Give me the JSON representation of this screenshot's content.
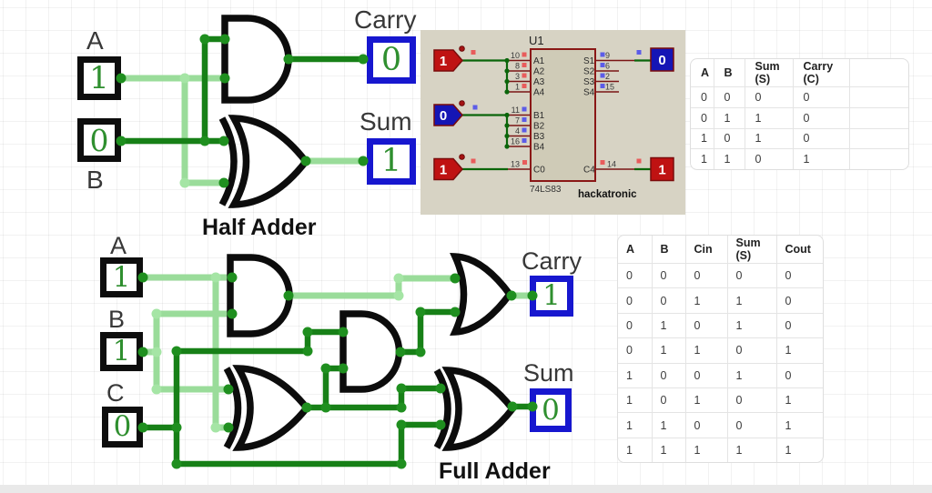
{
  "half_adder": {
    "title": "Half Adder",
    "inputs": [
      {
        "label": "A",
        "value": "1"
      },
      {
        "label": "B",
        "value": "0"
      }
    ],
    "outputs": [
      {
        "label": "Carry",
        "value": "0"
      },
      {
        "label": "Sum",
        "value": "1"
      }
    ],
    "gates": [
      "AND",
      "XOR"
    ]
  },
  "full_adder": {
    "title": "Full Adder",
    "inputs": [
      {
        "label": "A",
        "value": "1"
      },
      {
        "label": "B",
        "value": "1"
      },
      {
        "label": "C",
        "value": "0"
      }
    ],
    "outputs": [
      {
        "label": "Carry",
        "value": "1"
      },
      {
        "label": "Sum",
        "value": "0"
      }
    ],
    "gates": [
      "AND",
      "XOR",
      "AND",
      "OR",
      "XOR"
    ]
  },
  "ic": {
    "designator": "U1",
    "part_number": "74LS83",
    "brand": "hackatronic",
    "input_tags": [
      {
        "value": "1"
      },
      {
        "value": "0"
      },
      {
        "value": "1"
      }
    ],
    "output_tags": [
      {
        "value": "0"
      },
      {
        "value": "1"
      }
    ],
    "left_pins": [
      {
        "name": "A1",
        "num": "10"
      },
      {
        "name": "A2",
        "num": "8"
      },
      {
        "name": "A3",
        "num": "3"
      },
      {
        "name": "A4",
        "num": "1"
      },
      {
        "name": "B1",
        "num": "11"
      },
      {
        "name": "B2",
        "num": "7"
      },
      {
        "name": "B3",
        "num": "4"
      },
      {
        "name": "B4",
        "num": "16"
      },
      {
        "name": "C0",
        "num": "13"
      }
    ],
    "right_pins": [
      {
        "name": "S1",
        "num": "9"
      },
      {
        "name": "S2",
        "num": "6"
      },
      {
        "name": "S3",
        "num": "2"
      },
      {
        "name": "S4",
        "num": "15"
      },
      {
        "name": "C4",
        "num": "14"
      }
    ]
  },
  "half_adder_table": {
    "headers": [
      "A",
      "B",
      "Sum (S)",
      "Carry (C)"
    ],
    "rows": [
      [
        "0",
        "0",
        "0",
        "0"
      ],
      [
        "0",
        "1",
        "1",
        "0"
      ],
      [
        "1",
        "0",
        "1",
        "0"
      ],
      [
        "1",
        "1",
        "0",
        "1"
      ]
    ]
  },
  "full_adder_table": {
    "headers": [
      "A",
      "B",
      "Cin",
      "Sum (S)",
      "Cout"
    ],
    "rows": [
      [
        "0",
        "0",
        "0",
        "0",
        "0"
      ],
      [
        "0",
        "0",
        "1",
        "1",
        "0"
      ],
      [
        "0",
        "1",
        "0",
        "1",
        "0"
      ],
      [
        "0",
        "1",
        "1",
        "0",
        "1"
      ],
      [
        "1",
        "0",
        "0",
        "1",
        "0"
      ],
      [
        "1",
        "0",
        "1",
        "0",
        "1"
      ],
      [
        "1",
        "1",
        "0",
        "0",
        "1"
      ],
      [
        "1",
        "1",
        "1",
        "1",
        "1"
      ]
    ]
  },
  "colors": {
    "wire_high": "#9adc9a",
    "wire_low": "#178017",
    "junction_dot": "#1f8f1f",
    "junction_dot_high": "#a5e5a5",
    "gate_outline": "#0c0c0c",
    "digit_green": "#2f8f2f",
    "input_box_border": "#0d0d0d",
    "output_box_border": "#1717cf",
    "panel_bg": "#d7d3c4",
    "ic_body_bg": "#cfcbb7",
    "ic_border_red": "#8a1716",
    "tag_red": "#bf1212",
    "tag_blue": "#1515b5",
    "state_square_red": "#e85c5c",
    "state_square_blue": "#5c5ce8"
  }
}
